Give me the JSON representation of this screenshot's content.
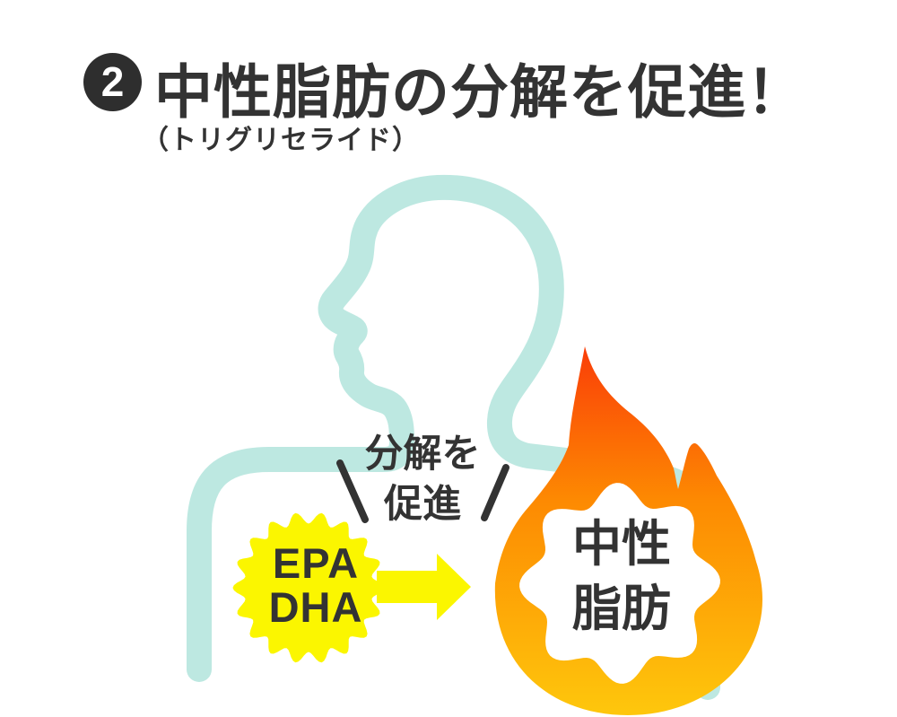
{
  "title": {
    "badge_number": "2",
    "heading": "中性脂肪の分解を促進！",
    "subheading": "（トリグリセライド）"
  },
  "figure": {
    "process_label": {
      "line1": "分解を",
      "line2": "促進"
    },
    "supplement_label": {
      "line1": "EPA",
      "line2": "DHA"
    },
    "fat_label": {
      "line1": "中性",
      "line2": "脂肪"
    }
  },
  "icons": {
    "head": "head-profile-outline-icon",
    "flame": "flame-icon",
    "burst": "starburst-badge",
    "arrow": "arrow-right-icon",
    "emphasis": "emphasis-tick-marks"
  },
  "colors": {
    "background": "#ffffff",
    "text_dark": "#333333",
    "badge_bg": "#2e2e2e",
    "badge_text": "#ffffff",
    "body_outline_teal": "#bde8e1",
    "highlight_yellow": "#fbf600",
    "flame_top": "#fa3d08",
    "flame_mid": "#fd8a02",
    "flame_bottom": "#fec70c",
    "cloud_white": "#ffffff"
  }
}
